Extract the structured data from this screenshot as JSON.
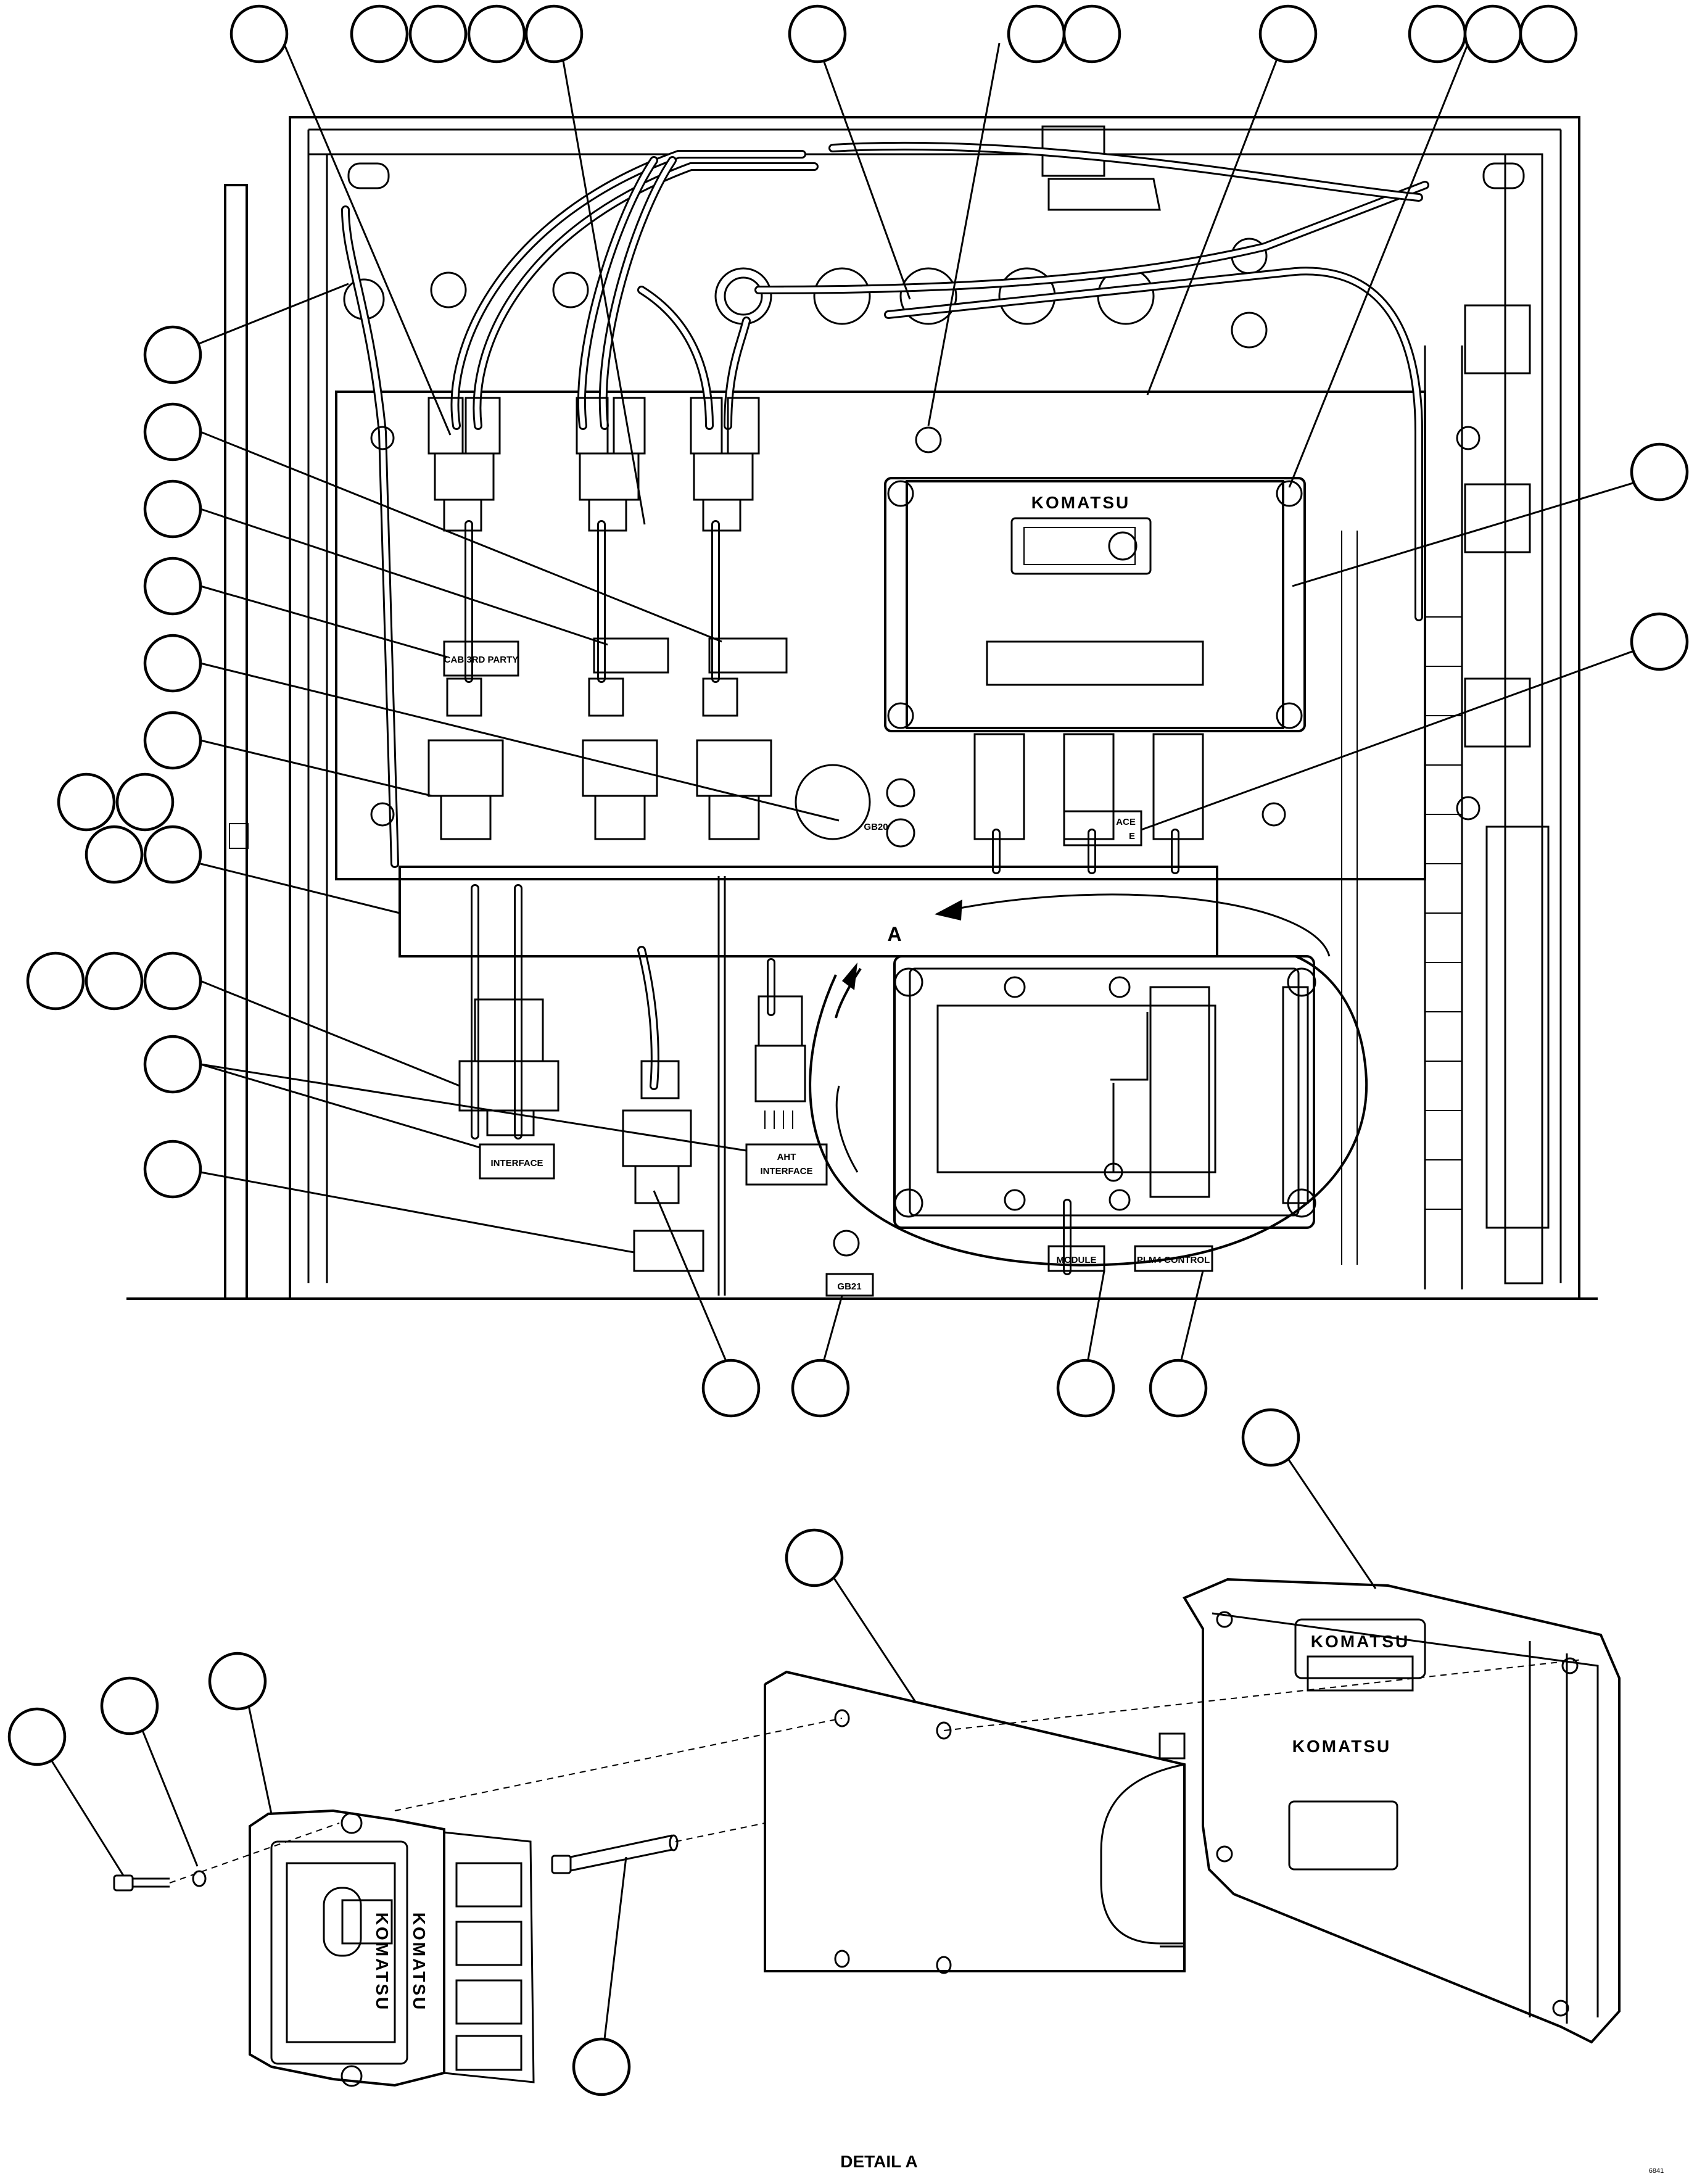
{
  "labels": {
    "cab_3rd_party": "CAB 3RD PARTY",
    "interface": "INTERFACE",
    "aht_interface_line1": "AHT",
    "aht_interface_line2": "INTERFACE",
    "gb20": "GB20",
    "gb21": "GB21",
    "interface_module_fragment_1": "ACE",
    "interface_module_fragment_2": "E",
    "module_fragment": "MODULE",
    "plm_fragment": "PLM4 CONTROL",
    "section_a": "A",
    "detail_a": "DETAIL A",
    "brand_1": "KOMATSU",
    "brand_2": "KOMATSU",
    "brand_3": "KOMATSU",
    "brand_4": "KOMATSU",
    "brand_5": "KOMATSU",
    "figure_id": "6841"
  },
  "colors": {
    "line": "#000000",
    "background": "#ffffff"
  }
}
